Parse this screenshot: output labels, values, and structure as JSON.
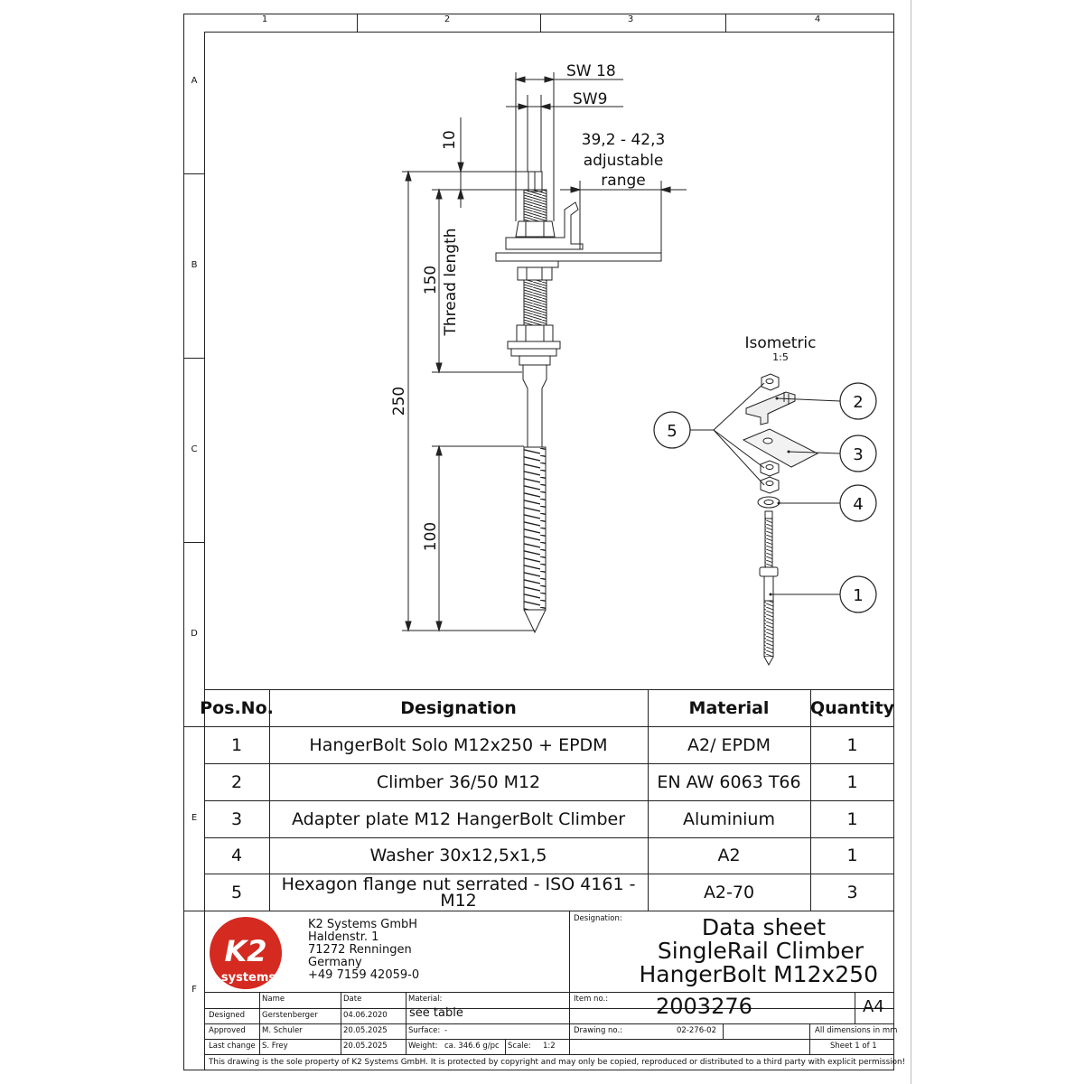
{
  "frame": {
    "col_numbers": [
      "1",
      "2",
      "3",
      "4"
    ],
    "row_letters": [
      "A",
      "B",
      "C",
      "D",
      "E",
      "F"
    ]
  },
  "drawing": {
    "dims": {
      "sw18": "SW 18",
      "sw9": "SW9",
      "d10": "10",
      "range_value": "39,2 - 42,3",
      "range_line1": "adjustable",
      "range_line2": "range",
      "d150": "150",
      "thread_length": "Thread length",
      "d250": "250",
      "d100": "100"
    },
    "isometric": {
      "title": "Isometric",
      "scale": "1:5",
      "balloons": [
        "1",
        "2",
        "3",
        "4",
        "5"
      ]
    }
  },
  "parts_table": {
    "headers": {
      "pos": "Pos.No.",
      "designation": "Designation",
      "material": "Material",
      "quantity": "Quantity"
    },
    "rows": [
      {
        "pos": "1",
        "designation": "HangerBolt Solo M12x250 + EPDM",
        "material": "A2/ EPDM",
        "quantity": "1"
      },
      {
        "pos": "2",
        "designation": "Climber 36/50 M12",
        "material": "EN AW 6063 T66",
        "quantity": "1"
      },
      {
        "pos": "3",
        "designation": "Adapter plate M12 HangerBolt Climber",
        "material": "Aluminium",
        "quantity": "1"
      },
      {
        "pos": "4",
        "designation": "Washer 30x12,5x1,5",
        "material": "A2",
        "quantity": "1"
      },
      {
        "pos": "5",
        "designation": "Hexagon flange nut serrated - ISO 4161 - M12",
        "material": "A2-70",
        "quantity": "3"
      }
    ]
  },
  "title_block": {
    "logo_text": "K2",
    "logo_sub": "systems",
    "brand_color": "#d42a20",
    "company": [
      "K2 Systems GmbH",
      "Haldenstr. 1",
      "71272 Renningen",
      "Germany",
      "+49 7159 42059-0"
    ],
    "designation_label": "Designation:",
    "designation": [
      "Data sheet",
      "SingleRail Climber",
      "HangerBolt M12x250"
    ],
    "col_name": "Name",
    "col_date": "Date",
    "rows": [
      {
        "role": "Designed",
        "name": "Gerstenberger",
        "date": "04.06.2020"
      },
      {
        "role": "Approved",
        "name": "M. Schuler",
        "date": "20.05.2025"
      },
      {
        "role": "Last change",
        "name": "S. Frey",
        "date": "20.05.2025"
      }
    ],
    "material_label": "Material:",
    "material_value": "see table",
    "surface_label": "Surface:",
    "surface_value": "-",
    "weight_label": "Weight:",
    "weight_value": "ca. 346.6 g/pc",
    "scale_label": "Scale:",
    "scale_value": "1:2",
    "item_label": "Item no.:",
    "item_no": "2003276",
    "paper": "A4",
    "drawing_label": "Drawing no.:",
    "drawing_no": "02-276-02",
    "dimensions_note": "All dimensions in mm",
    "sheet": "Sheet 1 of 1",
    "copyright": "This drawing is the sole property of K2 Systems GmbH.  It is protected by copyright and may only be copied, reproduced or distributed to a third party with explicit permission!"
  }
}
